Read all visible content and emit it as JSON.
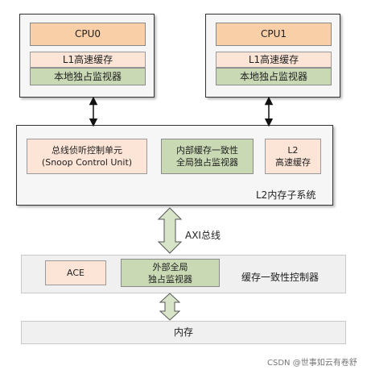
{
  "cpu0": {
    "title": "CPU0",
    "cache": "L1高速缓存",
    "monitor": "本地独占监视器"
  },
  "cpu1": {
    "title": "CPU1",
    "cache": "L1高速缓存",
    "monitor": "本地独占监视器"
  },
  "l2": {
    "scu_line1": "总线侦听控制单元",
    "scu_line2": "(Snoop Control Unit)",
    "gm_line1": "内部缓存一致性",
    "gm_line2": "全局独占监视器",
    "cache_line1": "L2",
    "cache_line2": "高速缓存",
    "label": "L2内存子系统"
  },
  "bus": {
    "label": "AXI总线"
  },
  "coherency": {
    "ace": "ACE",
    "ext_line1": "外部全局",
    "ext_line2": "独占监视器",
    "label": "缓存一致性控制器"
  },
  "memory": {
    "label": "内存"
  },
  "watermark": "CSDN @世事如云有卷舒"
}
